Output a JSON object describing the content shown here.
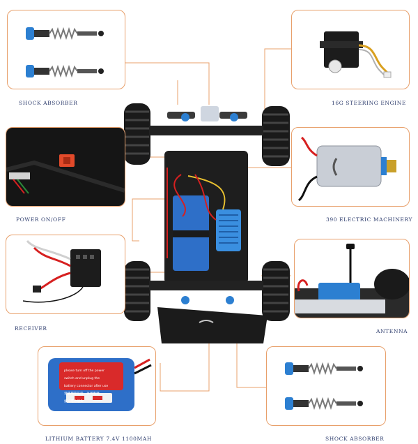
{
  "labels": {
    "shock_absorber_top": "SHOCK ABSORBER",
    "steering_engine": "16G STEERING ENGINE",
    "power_switch": "POWER ON/OFF",
    "electric_machinery": "390 ELECTRIC MACHINERY",
    "receiver": "RECEIVER",
    "antenna": "ANTENNA",
    "battery": "LITHIUM BATTERY 7.4V 1100MAH",
    "shock_absorber_bottom": "SHOCK ABSORBER"
  },
  "battery_sticker": {
    "line1": "please turn off the power",
    "line2": "switch and unplug the",
    "line3": "battery connector after use",
    "line4": "请使用完毕后，关闭电源",
    "line5": "拔掉电池插头"
  },
  "colors": {
    "frame": "#e8a06b",
    "label_text": "#2f3e6e",
    "chassis": "#1c1c1c",
    "accent_blue": "#2c7fd1",
    "battery_blue": "#2e6fc8"
  }
}
